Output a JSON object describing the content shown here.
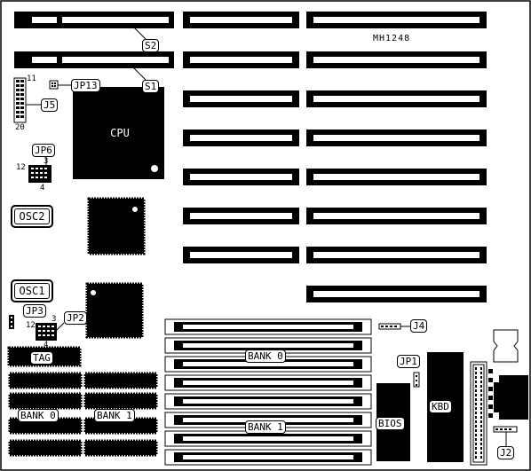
{
  "board": {
    "model": "MH1248",
    "labels": {
      "s1": "S1",
      "s2": "S2",
      "cpu": "CPU",
      "jp13": "JP13",
      "j5": "J5",
      "jp6": "JP6",
      "osc1": "OSC1",
      "osc2": "OSC2",
      "jp3": "JP3",
      "jp2": "JP2",
      "tag": "TAG",
      "bank0_left": "BANK 0",
      "bank1_left": "BANK 1",
      "bank0_simm": "BANK 0",
      "bank1_simm": "BANK 1",
      "j4": "J4",
      "jp1": "JP1",
      "bios": "BIOS",
      "kbd": "KBD",
      "j2": "J2"
    },
    "pin_numbers": {
      "j5_top": "11",
      "j5_bottom": "20",
      "jp6_left": "12",
      "jp6_right": "3",
      "jp6_bottom": "4",
      "jp2_left": "12",
      "jp2_right": "3",
      "jp2_bottom": "4"
    }
  }
}
